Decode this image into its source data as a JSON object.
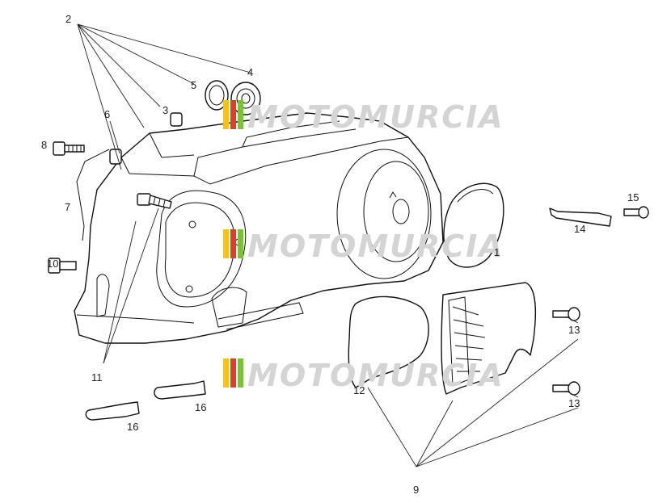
{
  "diagram": {
    "callouts": [
      "1",
      "2",
      "3",
      "4",
      "5",
      "6",
      "7",
      "8",
      "9",
      "10",
      "11",
      "12",
      "13",
      "13",
      "14",
      "15",
      "16",
      "16"
    ],
    "watermark": {
      "text": "MOTOMURCIA",
      "colors": [
        "#f3c21b",
        "#e23c2b",
        "#7fbf3f"
      ]
    }
  }
}
